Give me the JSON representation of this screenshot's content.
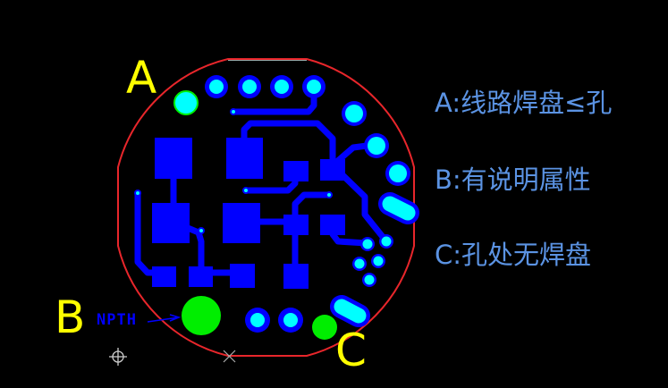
{
  "labels": {
    "a": "A",
    "b": "B",
    "c": "C",
    "npth": "NPTH"
  },
  "legend": {
    "a": "A:线路焊盘≤孔",
    "b": "B:有说明属性",
    "c": "C:孔处无焊盘"
  },
  "colors": {
    "background": "#000000",
    "outline": "#e8262b",
    "copper": "#0000ff",
    "drill": "#00ffff",
    "npth_hole": "#00ee00",
    "label": "#ffff00",
    "legend_text": "#5b93e3"
  }
}
